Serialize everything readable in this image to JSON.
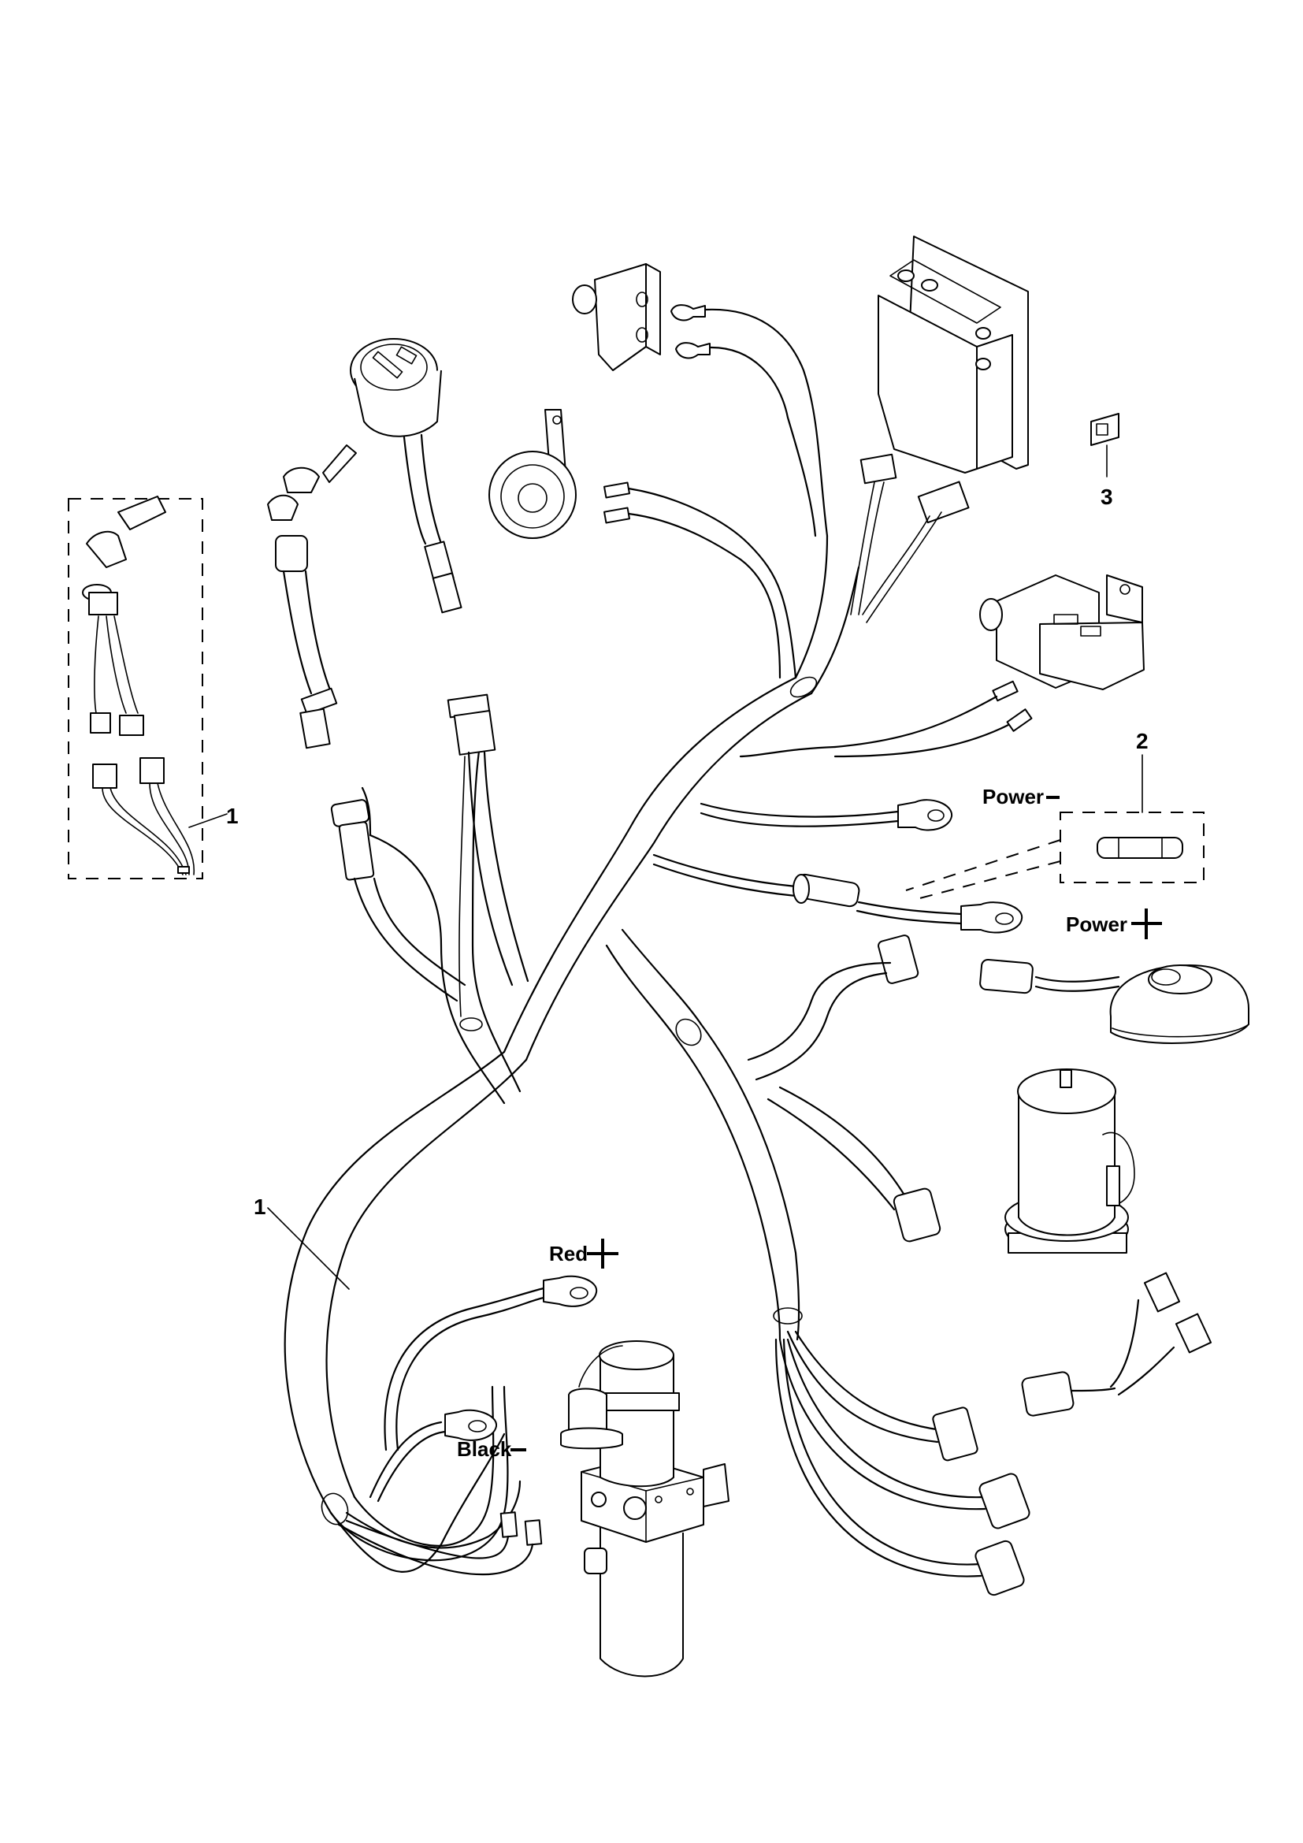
{
  "diagram": {
    "type": "exploded wiring harness parts diagram",
    "callouts": [
      {
        "id": "callout-1-key-switch",
        "number": "1",
        "refers_to": "key switch harness detail (dashed box)"
      },
      {
        "id": "callout-1-main",
        "number": "1",
        "refers_to": "main wiring harness"
      },
      {
        "id": "callout-2",
        "number": "2",
        "refers_to": "fuse (dashed detail box)"
      },
      {
        "id": "callout-3",
        "number": "3",
        "refers_to": "small clip/fuse holder"
      }
    ],
    "labels": {
      "power_negative": {
        "text": "Power",
        "symbol": "−"
      },
      "power_positive": {
        "text": "Power",
        "symbol": "+"
      },
      "red_positive": {
        "text": "Red",
        "symbol": "+"
      },
      "black_negative": {
        "text": "Black",
        "symbol": "−"
      }
    },
    "components": [
      "key-switch-detail",
      "key-switch",
      "battery-indicator",
      "micro-switch",
      "horn",
      "motor-controller",
      "clip",
      "relay-contactor",
      "fuse",
      "fuse-holder",
      "electromagnetic-brake",
      "drive-motor",
      "pump-motor-unit",
      "connectors"
    ]
  }
}
